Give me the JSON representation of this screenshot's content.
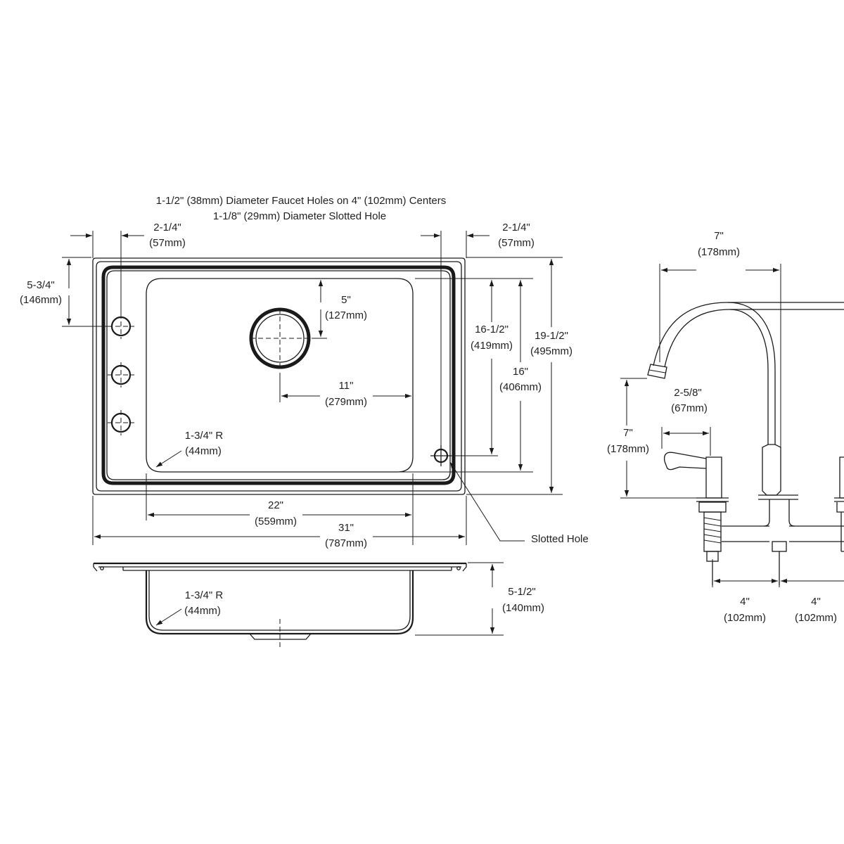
{
  "notes": {
    "faucet_holes": "1-1/2\" (38mm) Diameter Faucet Holes on 4\" (102mm) Centers",
    "slotted_hole": "1-1/8\" (29mm) Diameter Slotted Hole"
  },
  "plan_dims": {
    "left_edge_to_hole": {
      "in": "2-1/4\"",
      "mm": "(57mm)"
    },
    "right_edge_to_slot": {
      "in": "2-1/4\"",
      "mm": "(57mm)"
    },
    "top_to_hole": {
      "in": "5-3/4\"",
      "mm": "(146mm)"
    },
    "top_to_drain": {
      "in": "5\"",
      "mm": "(127mm)"
    },
    "drain_offset": {
      "in": "11\"",
      "mm": "(279mm)"
    },
    "corner_radius": {
      "in": "1-3/4\" R",
      "mm": "(44mm)"
    },
    "bowl_length": {
      "in": "22\"",
      "mm": "(559mm)"
    },
    "overall_length": {
      "in": "31\"",
      "mm": "(787mm)"
    },
    "outer_bowl_width": {
      "in": "16-1/2\"",
      "mm": "(419mm)"
    },
    "bowl_width": {
      "in": "16\"",
      "mm": "(406mm)"
    },
    "overall_width": {
      "in": "19-1/2\"",
      "mm": "(495mm)"
    },
    "slotted_hole_label": "Slotted Hole"
  },
  "section_dims": {
    "corner_radius": {
      "in": "1-3/4\" R",
      "mm": "(44mm)"
    },
    "depth": {
      "in": "5-1/2\"",
      "mm": "(140mm)"
    }
  },
  "faucet_dims": {
    "spout_reach": {
      "in": "7\"",
      "mm": "(178mm)"
    },
    "spout_height": {
      "in": "7\"",
      "mm": "(178mm)"
    },
    "handle_length": {
      "in": "2-5/8\"",
      "mm": "(67mm)"
    },
    "center_left": {
      "in": "4\"",
      "mm": "(102mm)"
    },
    "center_right": {
      "in": "4\"",
      "mm": "(102mm)"
    }
  }
}
